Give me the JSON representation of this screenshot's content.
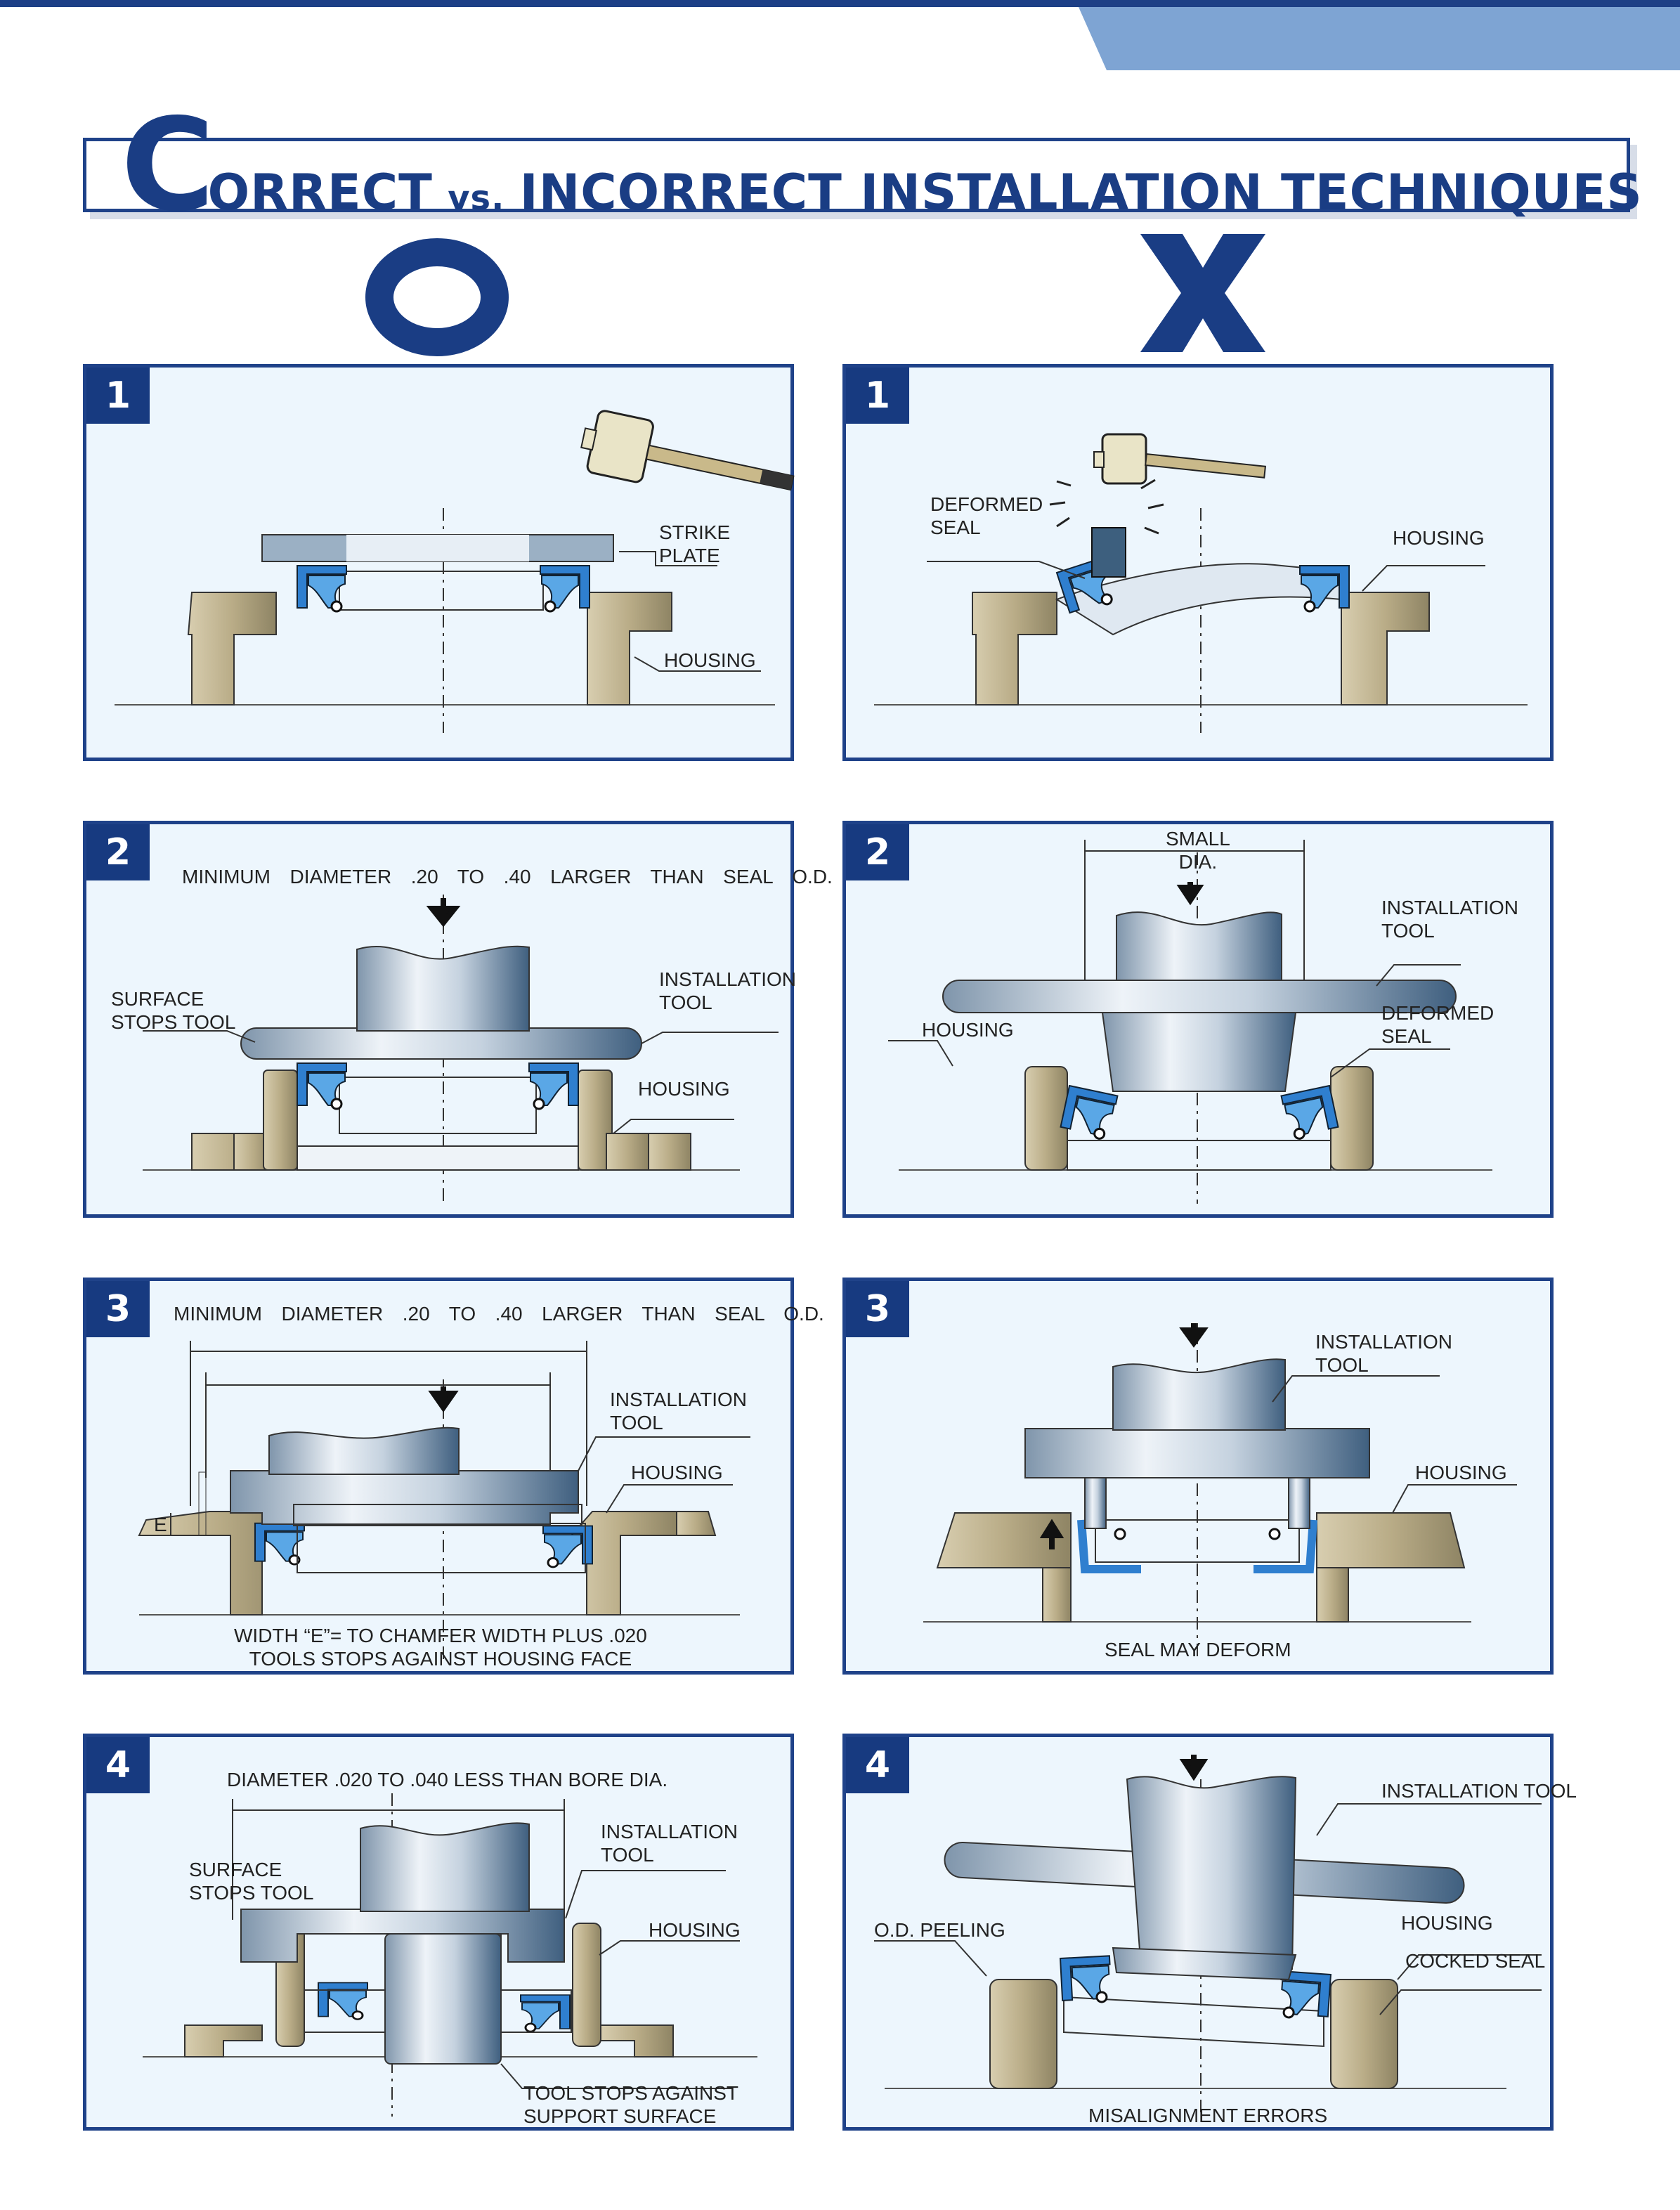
{
  "title": {
    "first_letter": "C",
    "part1": "ORRECT ",
    "vs": "vs.",
    "part2": " INCORRECT INSTALLATION TECHNIQUES"
  },
  "columns": {
    "correct_icon": "circle-o-icon",
    "incorrect_icon": "cross-x-icon"
  },
  "colors": {
    "navy": "#1f4289",
    "panel_bg": "#edf6fd",
    "seal_blue": "#3b8fd6",
    "housing_tan": "#b9ac87",
    "wedge_blue": "#7ea4d3"
  },
  "correct": [
    {
      "number": "1",
      "labels": {
        "strike_plate": "STRIKE\nPLATE",
        "housing": "HOUSING"
      }
    },
    {
      "number": "2",
      "labels": {
        "caption": "MINIMUM  DIAMETER  .20  TO  .40  LARGER  THAN  SEAL  O.D.",
        "surface": "SURFACE\nSTOPS TOOL",
        "tool": "INSTALLATION\nTOOL",
        "housing": "HOUSING"
      }
    },
    {
      "number": "3",
      "labels": {
        "caption": "MINIMUM  DIAMETER  .20  TO  .40  LARGER  THAN  SEAL  O.D.",
        "tool": "INSTALLATION\nTOOL",
        "housing": "HOUSING",
        "e": "E",
        "footer": "WIDTH “E”= TO CHAMFER WIDTH PLUS .020\nTOOLS STOPS AGAINST HOUSING FACE"
      }
    },
    {
      "number": "4",
      "labels": {
        "caption": "DIAMETER .020 TO .040 LESS THAN BORE DIA.",
        "surface": "SURFACE\nSTOPS TOOL",
        "tool": "INSTALLATION\nTOOL",
        "housing": "HOUSING",
        "footer": "TOOL STOPS AGAINST\nSUPPORT SURFACE"
      }
    }
  ],
  "incorrect": [
    {
      "number": "1",
      "labels": {
        "deformed": "DEFORMED\nSEAL",
        "housing": "HOUSING"
      }
    },
    {
      "number": "2",
      "labels": {
        "small": "SMALL\nDIA.",
        "tool": "INSTALLATION\nTOOL",
        "housing": "HOUSING",
        "deformed": "DEFORMED\nSEAL"
      }
    },
    {
      "number": "3",
      "labels": {
        "tool": "INSTALLATION\nTOOL",
        "housing": "HOUSING",
        "footer": "SEAL MAY DEFORM"
      }
    },
    {
      "number": "4",
      "labels": {
        "tool": "INSTALLATION TOOL",
        "peeling": "O.D. PEELING",
        "housing": "HOUSING",
        "cocked": "COCKED SEAL",
        "footer": "MISALIGNMENT ERRORS"
      }
    }
  ]
}
